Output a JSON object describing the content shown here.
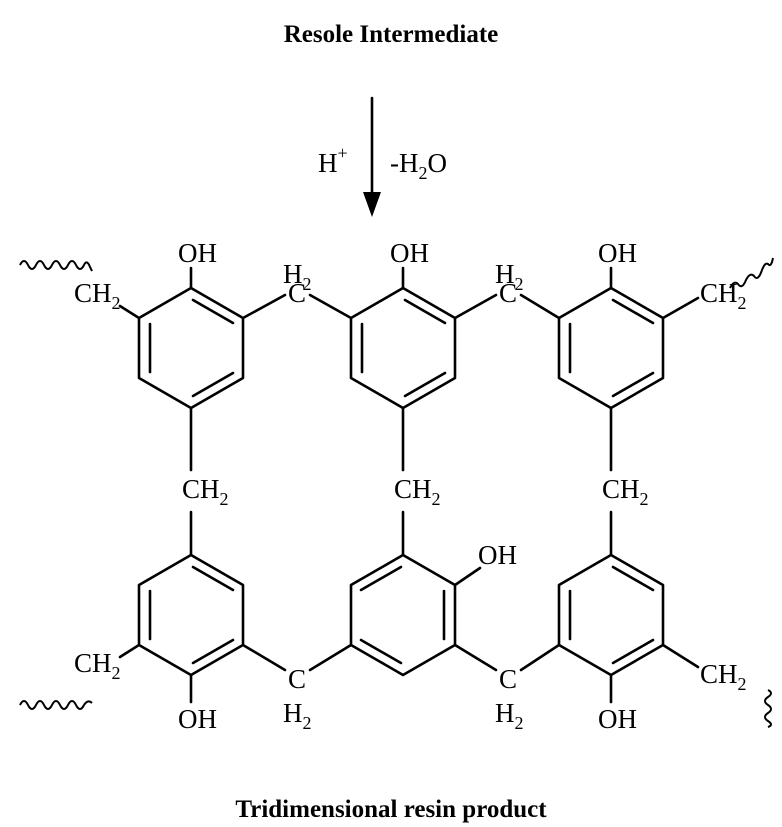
{
  "title_top": "Resole Intermediate",
  "title_bottom": "Tridimensional resin product",
  "reaction": {
    "catalyst": "H",
    "catalyst_charge": "+",
    "byproduct_prefix": "-H",
    "byproduct_subscript": "2",
    "byproduct_suffix": "O"
  },
  "groups": {
    "hydroxyl": "OH",
    "methylene_full": "CH",
    "methylene_subscript": "2",
    "bridge_carbon": "C",
    "bridge_hydrogen": "H",
    "bridge_hydrogen_subscript": "2"
  }
}
